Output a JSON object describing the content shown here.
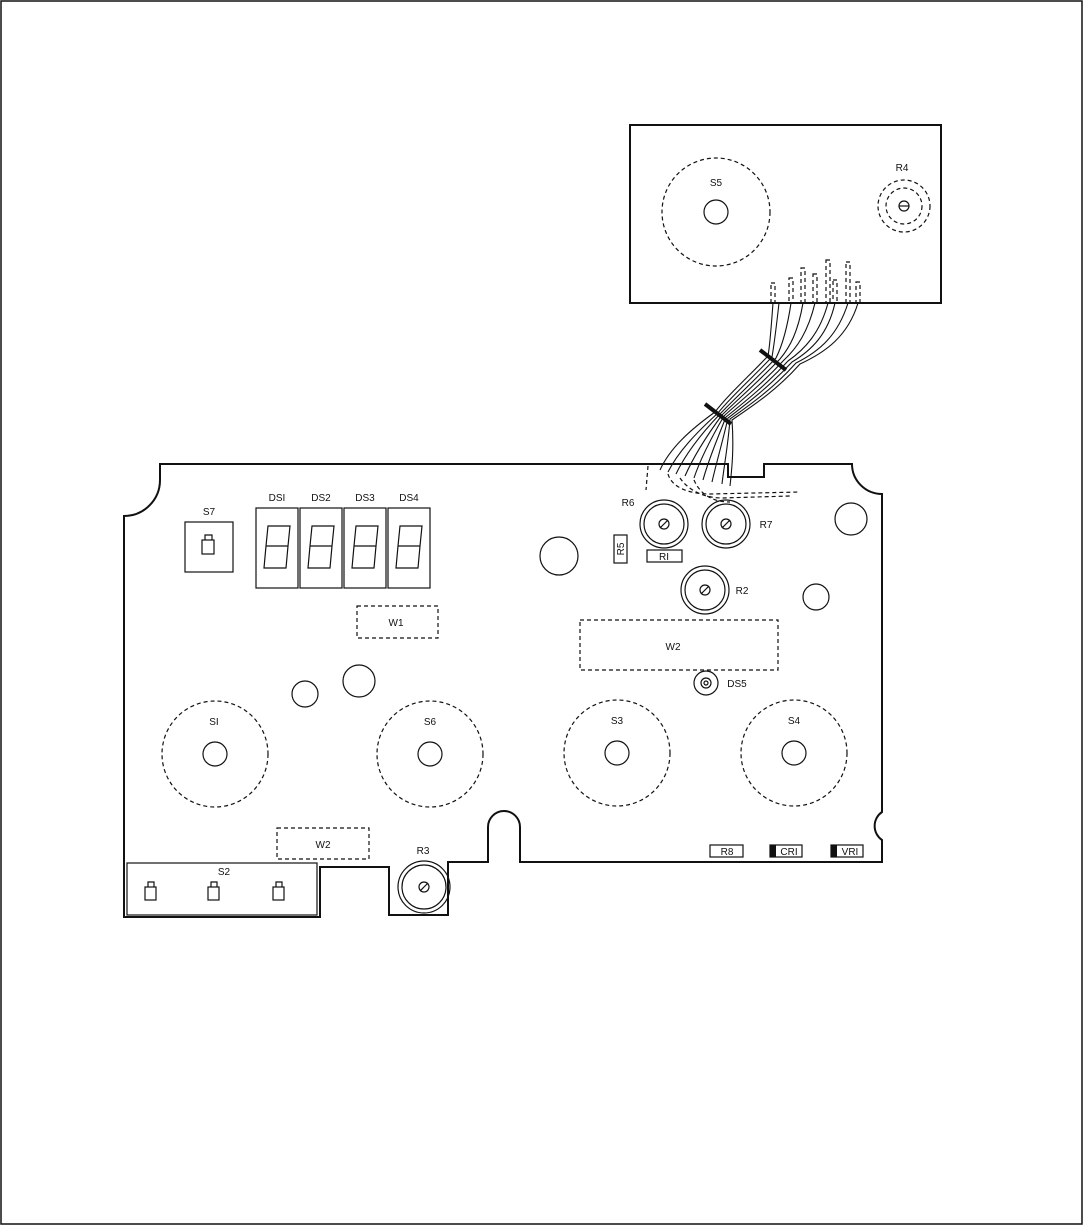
{
  "labels": {
    "s1": "SI",
    "s2": "S2",
    "s3": "S3",
    "s4": "S4",
    "s5": "S5",
    "s6": "S6",
    "s7": "S7",
    "ds1": "DSI",
    "ds2": "DS2",
    "ds3": "DS3",
    "ds4": "DS4",
    "ds5": "DS5",
    "w1": "W1",
    "w2_upper": "W2",
    "w2_lower": "W2",
    "r1": "RI",
    "r2": "R2",
    "r3": "R3",
    "r4": "R4",
    "r5": "R5",
    "r6": "R6",
    "r7": "R7",
    "r8": "R8",
    "cr1": "CRI",
    "vr1": "VRI"
  }
}
